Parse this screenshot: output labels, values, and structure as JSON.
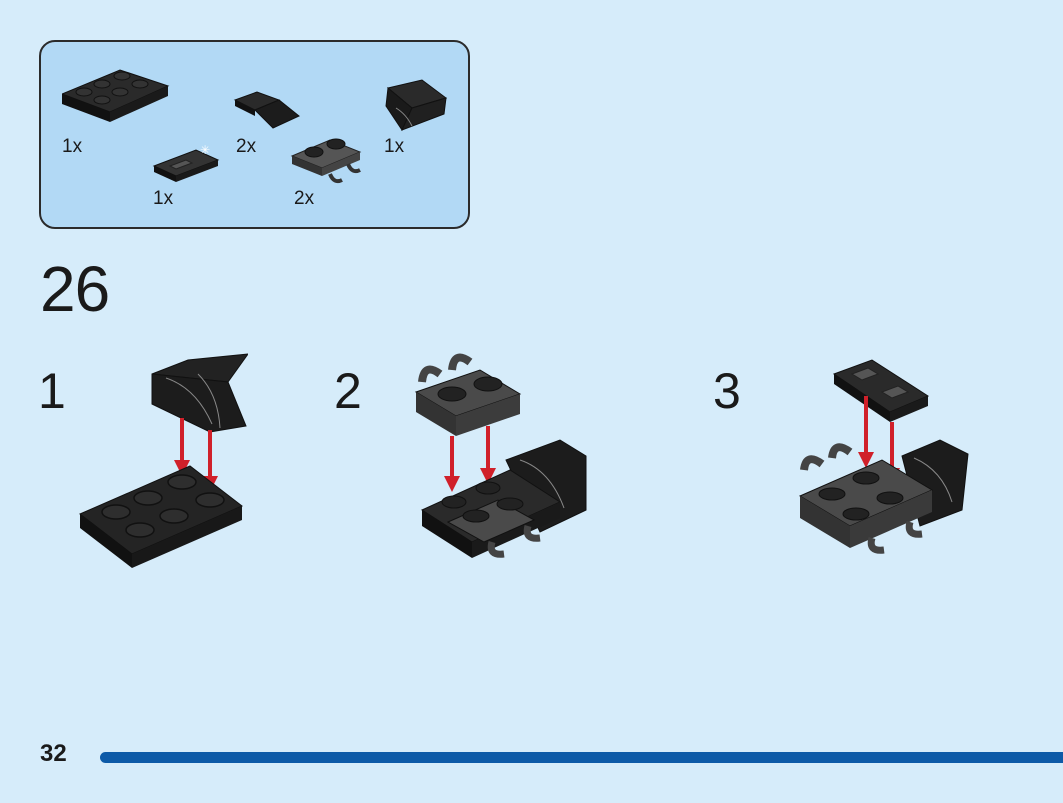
{
  "parts_list": {
    "items": [
      {
        "name": "plate-2x3-black",
        "qty": "1x"
      },
      {
        "name": "tile-1x2-grille-dark",
        "qty": "1x"
      },
      {
        "name": "slope-curved-black",
        "qty": "2x"
      },
      {
        "name": "plate-clip-1x2-dark-gray",
        "qty": "2x"
      },
      {
        "name": "windscreen-black",
        "qty": "1x"
      }
    ]
  },
  "step": {
    "number": "26",
    "substeps": [
      "1",
      "2",
      "3"
    ]
  },
  "footer": {
    "page_number": "32"
  },
  "colors": {
    "background": "#d6ecfa",
    "parts_box": "#b2d9f5",
    "arrow": "#d0202a",
    "brick_black": "#1f1f1f",
    "brick_gray": "#4a4a4a",
    "progress": "#0d5aa7"
  }
}
